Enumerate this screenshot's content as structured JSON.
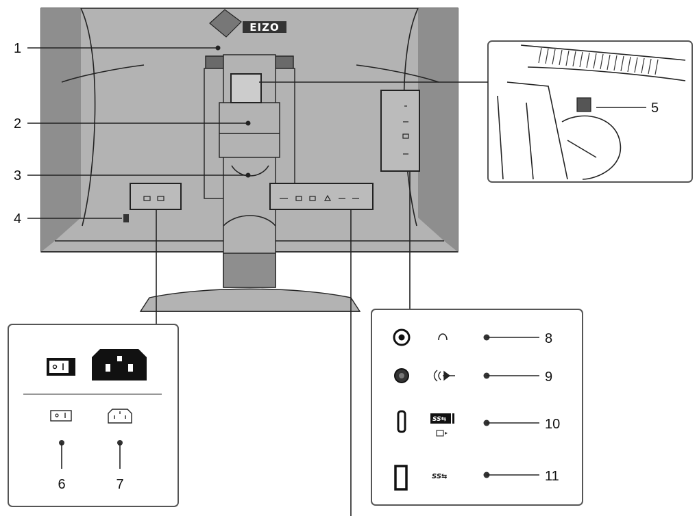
{
  "brand": {
    "logo_text": "EIZO"
  },
  "callouts": {
    "c1": "1",
    "c2": "2",
    "c3": "3",
    "c4": "4",
    "c5": "5",
    "c6": "6",
    "c7": "7",
    "c8": "8",
    "c9": "9",
    "c10": "10",
    "c11": "11"
  },
  "icons": {
    "power_switch": "power-switch-icon",
    "power_connector": "ac-power-connector-icon",
    "headphone": "headphone-jack-icon",
    "line_out": "line-out-icon",
    "usb_c": "usb-c-port-icon",
    "usb_a": "usb-a-port-icon",
    "ss_usb": "superspeed-usb-icon",
    "kensington": "security-lock-slot-icon"
  },
  "colors": {
    "monitor_body": "#b3b3b3",
    "outline": "#222222",
    "port_dark": "#111111"
  }
}
